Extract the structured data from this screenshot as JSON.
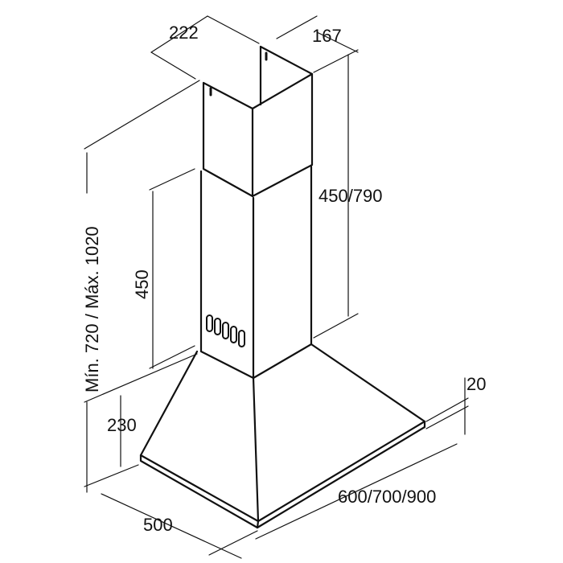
{
  "diagram": {
    "line_color": "#111111",
    "background": "#ffffff",
    "dimensions": {
      "chimney_width": "222",
      "chimney_depth": "167",
      "upper_chimney_height": "450/790",
      "lower_chimney_height": "450",
      "total_height": "Mín. 720 / Máx. 1020",
      "canopy_height": "230",
      "rim_thickness": "20",
      "hood_depth": "500",
      "hood_width": "600/700/900"
    }
  }
}
